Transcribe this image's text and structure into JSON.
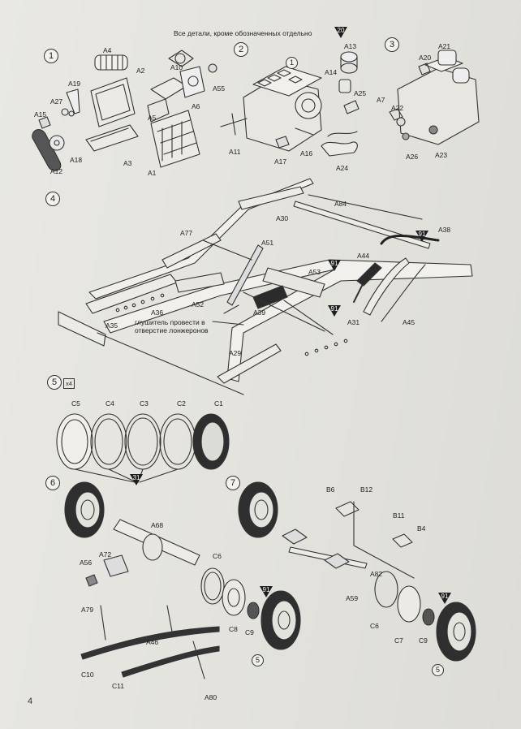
{
  "header_note": "Все детали, кроме обозначенных отдельно",
  "header_badge": "20",
  "steps": [
    "1",
    "2",
    "3",
    "4",
    "5",
    "6",
    "7"
  ],
  "step5_multiplier": "x4",
  "page_number": "4",
  "muffler_note": "глушитель провести в отверстие лонжеронов",
  "badges": {
    "b91": "91",
    "b31": "31"
  },
  "labels": {
    "A4": "A4",
    "A2": "A2",
    "A10": "A10",
    "A19": "A19",
    "A27": "A27",
    "A15": "A15",
    "A12": "A12",
    "A18": "A18",
    "A3": "A3",
    "A5": "A5",
    "A6": "A6",
    "A55": "A55",
    "A1": "A1",
    "A11": "A11",
    "A17": "A17",
    "A16": "A16",
    "A13": "A13",
    "A14": "A14",
    "A25": "A25",
    "A24": "A24",
    "A20": "A20",
    "A21": "A21",
    "A7": "A7",
    "A22": "A22",
    "A26": "A26",
    "A23": "A23",
    "A84": "A84",
    "A30": "A30",
    "A77": "A77",
    "A51": "A51",
    "A38": "A38",
    "A44": "A44",
    "A53": "A53",
    "A52": "A52",
    "A36": "A36",
    "A35": "A35",
    "A39": "A39",
    "A31": "A31",
    "A45": "A45",
    "A29": "A29",
    "C5": "C5",
    "C4": "C4",
    "C3": "C3",
    "C2": "C2",
    "C1": "C1",
    "A68": "A68",
    "A72": "A72",
    "A56": "A56",
    "A79": "A79",
    "A46": "A46",
    "C10": "C10",
    "C11": "C11",
    "A80": "A80",
    "C6": "C6",
    "C8": "C8",
    "C9": "C9",
    "s5": "5",
    "B6": "B6",
    "B12": "B12",
    "B11": "B11",
    "B4": "B4",
    "A82": "A82",
    "A59": "A59",
    "C7": "C7"
  },
  "ref1": "1"
}
